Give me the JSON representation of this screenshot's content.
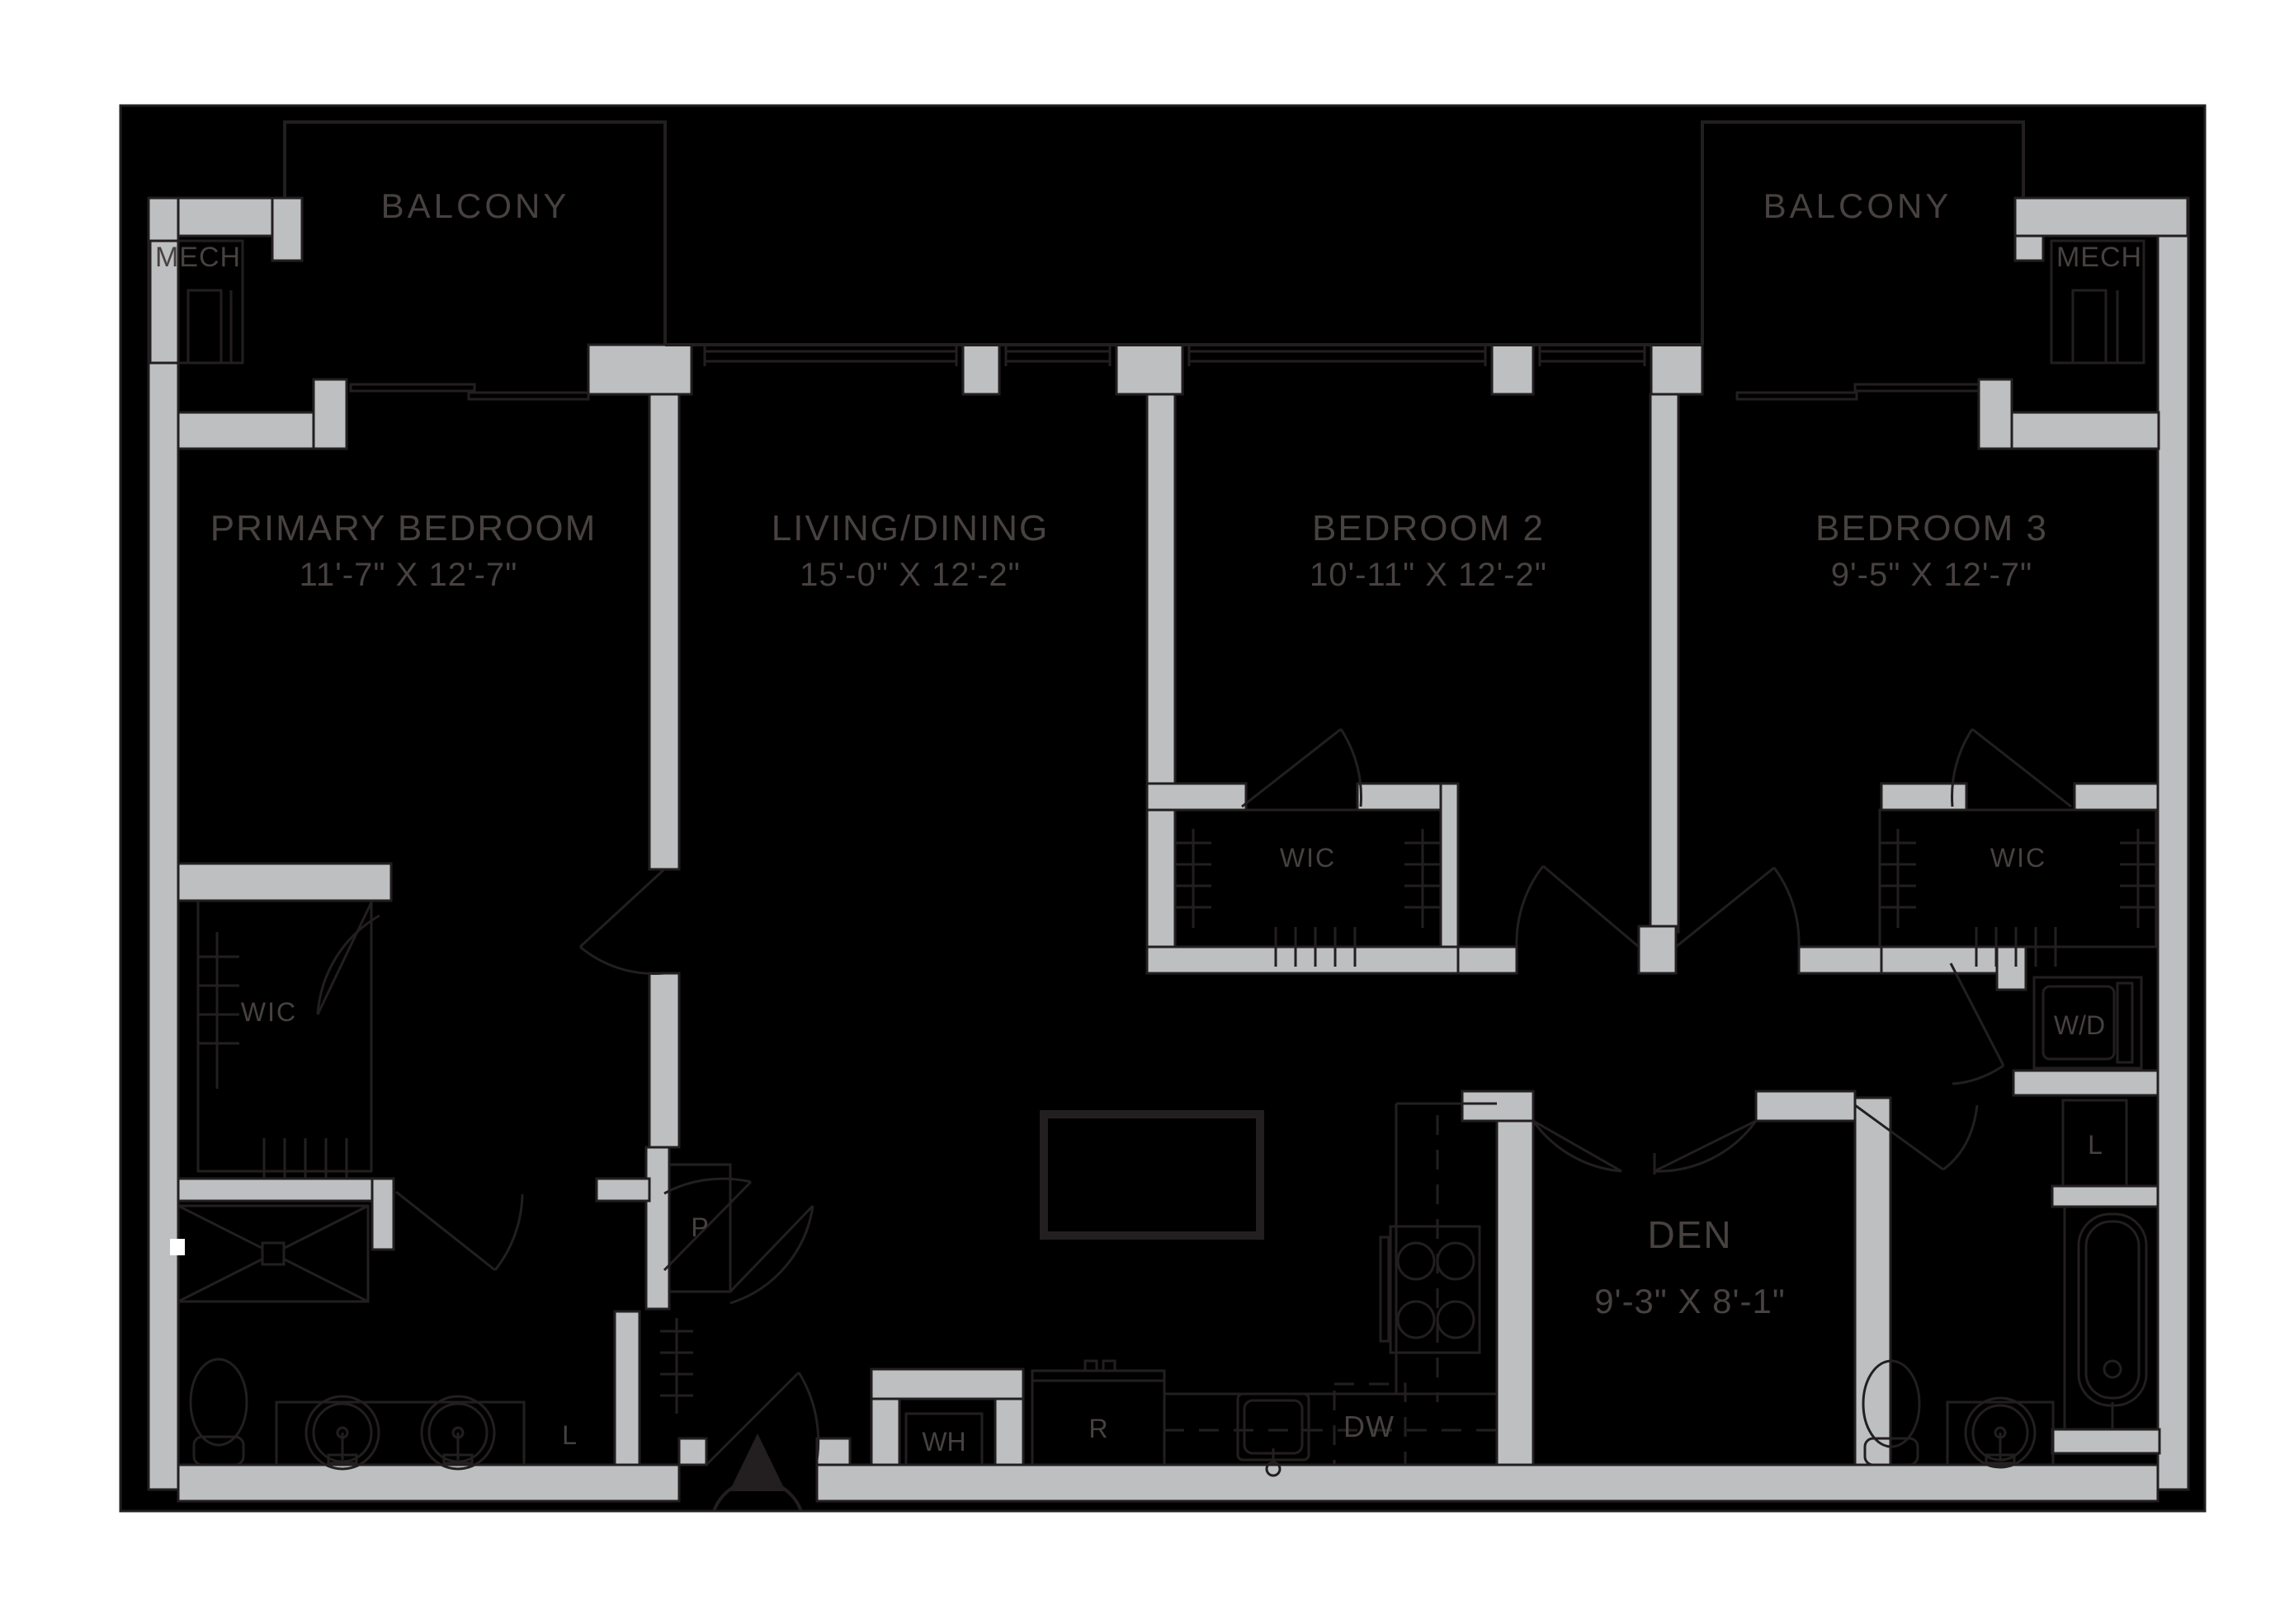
{
  "colors": {
    "page_background": "#ffffff",
    "plan_background": "#000000",
    "wall_fill": "#bdbfc1",
    "line": "#231f20",
    "label_text": "#474140"
  },
  "rooms": {
    "balcony_left": {
      "label": "BALCONY"
    },
    "balcony_right": {
      "label": "BALCONY"
    },
    "mech_left": {
      "label": "MECH"
    },
    "mech_right": {
      "label": "MECH"
    },
    "primary_bedroom": {
      "label": "PRIMARY BEDROOM",
      "dims": "11'-7\" X 12'-7\""
    },
    "living_dining": {
      "label": "LIVING/DINING",
      "dims": "15'-0\" X 12'-2\""
    },
    "bedroom_2": {
      "label": "BEDROOM 2",
      "dims": "10'-11\" X 12'-2\""
    },
    "bedroom_3": {
      "label": "BEDROOM 3",
      "dims": "9'-5\" X 12'-7\""
    },
    "den": {
      "label": "DEN",
      "dims": "9'-3\" X 8'-1\""
    },
    "wic_primary": {
      "label": "WIC"
    },
    "wic_bedroom_2": {
      "label": "WIC"
    },
    "wic_bedroom_3": {
      "label": "WIC"
    },
    "laundry": {
      "label": "W/D"
    },
    "water_heater": {
      "label": "WH"
    },
    "refrigerator": {
      "label": "R"
    },
    "dishwasher": {
      "label": "DW"
    },
    "pantry": {
      "label": "P"
    },
    "linen_primary": {
      "label": "L"
    },
    "linen_bath_2": {
      "label": "L"
    }
  }
}
